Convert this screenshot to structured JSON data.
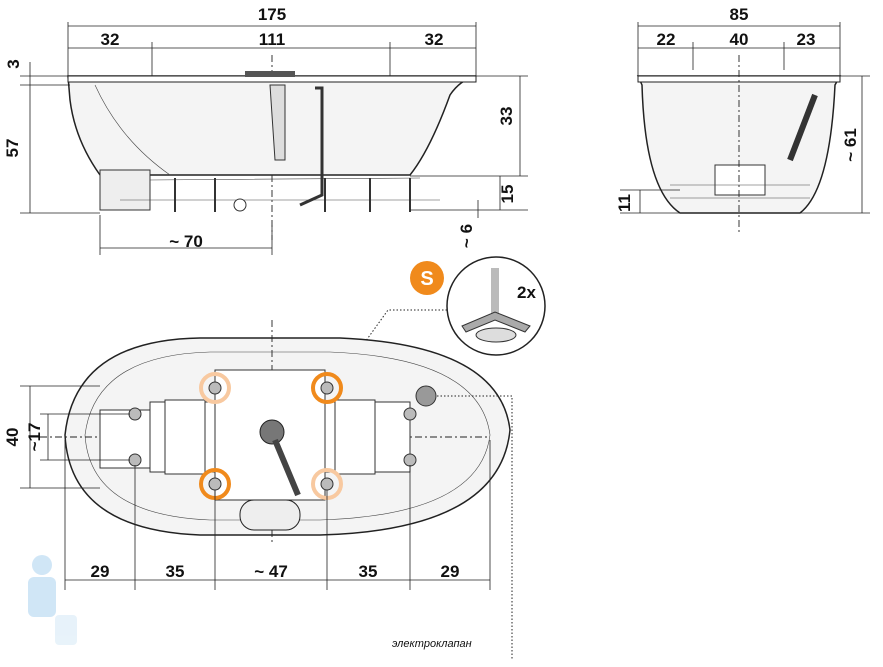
{
  "side_view": {
    "total_width": "175",
    "segments": [
      "32",
      "111",
      "32"
    ],
    "rim_height": "3",
    "total_height": "57",
    "inner_depth": "33",
    "leg_height": "15",
    "foot_clearance": "~ 6",
    "drain_offset": "~ 70"
  },
  "end_view": {
    "total_width": "85",
    "segments": [
      "22",
      "40",
      "23"
    ],
    "total_height": "~ 61",
    "base_height": "11"
  },
  "top_view": {
    "width": "40",
    "inner_width": "~17",
    "segments": [
      "29",
      "35",
      "~ 47",
      "35",
      "29"
    ],
    "valve_label": "электроклапан"
  },
  "detail": {
    "badge": "S",
    "quantity": "2x"
  },
  "colors": {
    "accent": "#f08a1c",
    "line": "#222222"
  }
}
